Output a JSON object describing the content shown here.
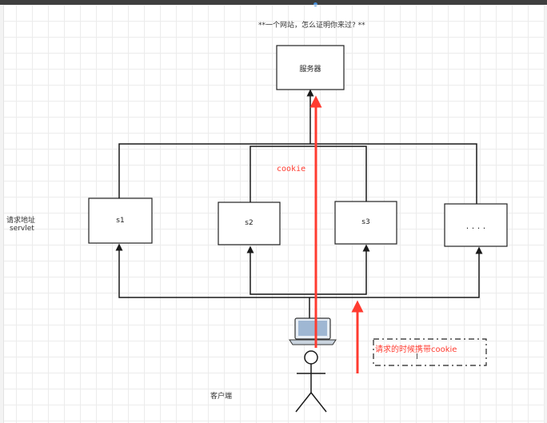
{
  "title": "**一个网站，怎么证明你来过? **",
  "server_label": "服务器",
  "nodes": [
    {
      "label": "s1"
    },
    {
      "label": "s2"
    },
    {
      "label": "s3"
    },
    {
      "label": ". . . ."
    }
  ],
  "request_label_line1": "请求地址",
  "request_label_line2": "servlet",
  "cookie_label": "cookie",
  "carry_label": "请求的时候携带cookie",
  "cursor_glyph": "I",
  "client_label": "客户端",
  "colors": {
    "line": "#1a1a1a",
    "red": "#ff3b30",
    "box_border": "#222222",
    "grid": "#ececec"
  }
}
